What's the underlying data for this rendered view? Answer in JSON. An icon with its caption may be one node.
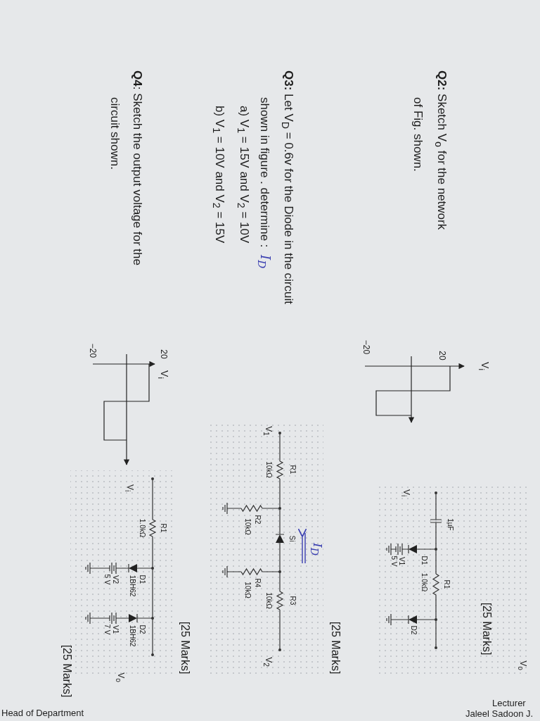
{
  "diagram": {
    "labels": [
      "**Q2:** Sketch V$_{o}$ for the network of Fig. shown.",
      "[25 Marks]",
      "V$_{i}$",
      "20",
      "−20",
      "V$_{i}$",
      "1µF",
      "R1",
      "D1",
      "1.0kΩ",
      "V1",
      "5 V",
      "D2",
      "V$_{o}$",
      "**Q3:** Let V$_{D}$ = 0.6v for the Diode in the circuit shown in figure . determine :",
      "I$_{D}$",
      "a) V$_{1}$ = 15V and V$_{2}$ = 10V",
      "b) V$_{1}$ = 10V and V$_{2}$ = 15V",
      "[25 Marks]",
      "V$_{1}$",
      "R1",
      "10kΩ",
      "R2",
      "10kΩ",
      "Si",
      "I$_{D}$",
      "R3",
      "10kΩ",
      "R4",
      "10kΩ",
      "V$_{2}$",
      "**Q4**: Sketch the output voltage for the circuit shown.",
      "[25 Marks]",
      "20",
      "V$_{i}$",
      "−20",
      "V$_{i}$",
      "R1",
      "1.0kΩ",
      "D1",
      "1BH62",
      "V2",
      "5 V",
      "D2",
      "1BH62",
      "V1",
      "7 V",
      "V$_{o}$",
      "[25 Marks]",
      "Head of Department",
      "Lecturer",
      "Jaleel Sadoon J."
    ]
  }
}
